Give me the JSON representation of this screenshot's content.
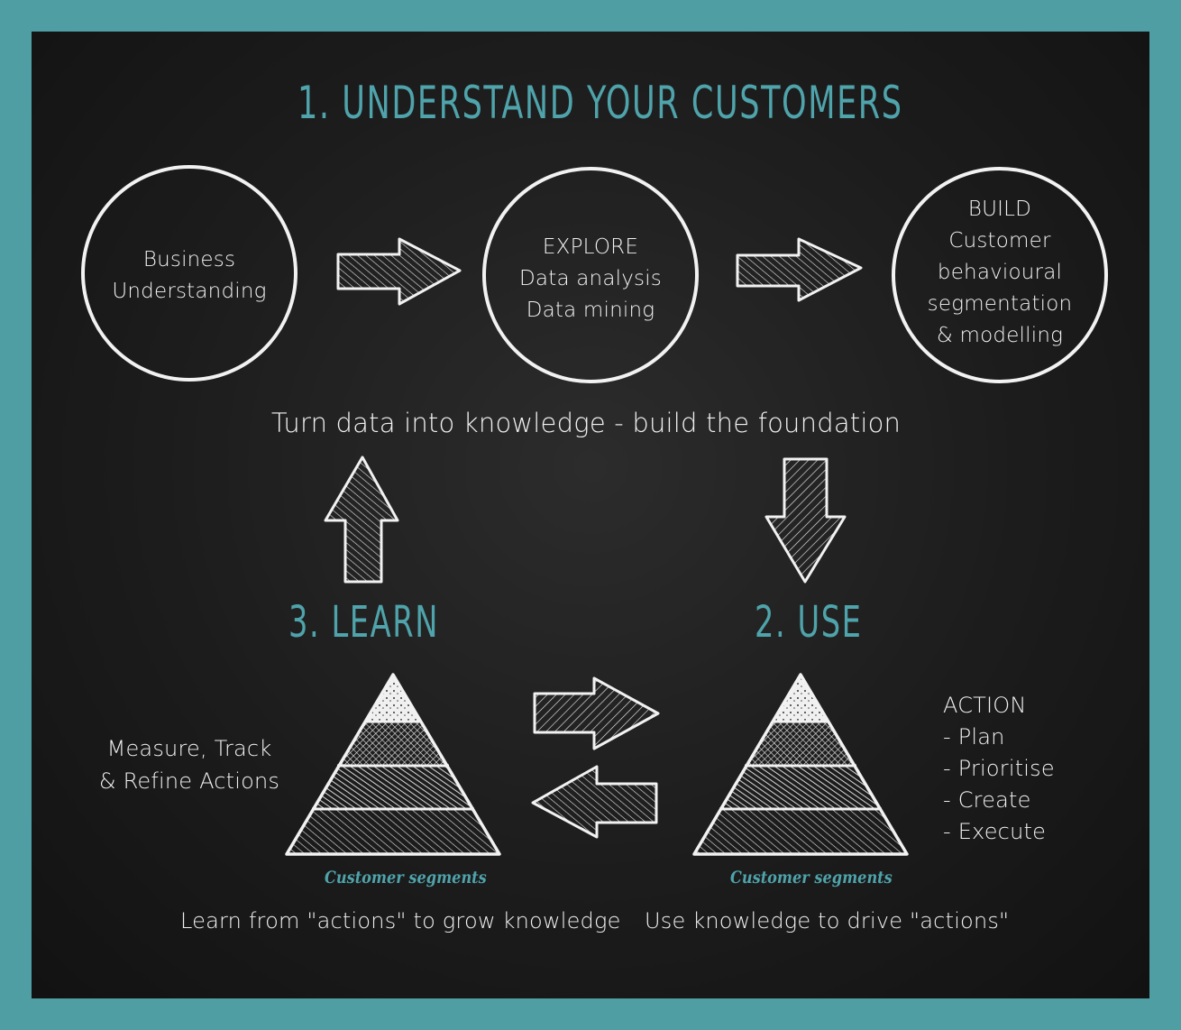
{
  "colors": {
    "frame": "#4f9ea3",
    "board": "#1e1e1e",
    "heading": "#4fa3ab",
    "chalk": "#f2f2f2"
  },
  "title": "1. UNDERSTAND YOUR CUSTOMERS",
  "stage1": {
    "circles": [
      {
        "lines": [
          "Business",
          "Understanding"
        ]
      },
      {
        "lines": [
          "EXPLORE",
          "Data analysis",
          "Data mining"
        ]
      },
      {
        "lines": [
          "BUILD",
          "Customer",
          "behavioural",
          "segmentation",
          "& modelling"
        ]
      }
    ],
    "caption": "Turn data into knowledge - build the foundation"
  },
  "learn": {
    "heading": "3. LEARN",
    "side_text": [
      "Measure, Track",
      "& Refine Actions"
    ],
    "pyramid_label": "Customer segments",
    "caption": "Learn from \"actions\" to grow knowledge"
  },
  "use": {
    "heading": "2. USE",
    "action_title": "ACTION",
    "action_items": [
      "- Plan",
      "- Prioritise",
      "- Create",
      "- Execute"
    ],
    "pyramid_label": "Customer segments",
    "caption": "Use knowledge to drive \"actions\""
  },
  "icons": {
    "arrow_right_1": "arrow-right",
    "arrow_right_2": "arrow-right",
    "arrow_up": "arrow-up",
    "arrow_down": "arrow-down",
    "arrow_right_3": "arrow-right",
    "arrow_left": "arrow-left"
  }
}
